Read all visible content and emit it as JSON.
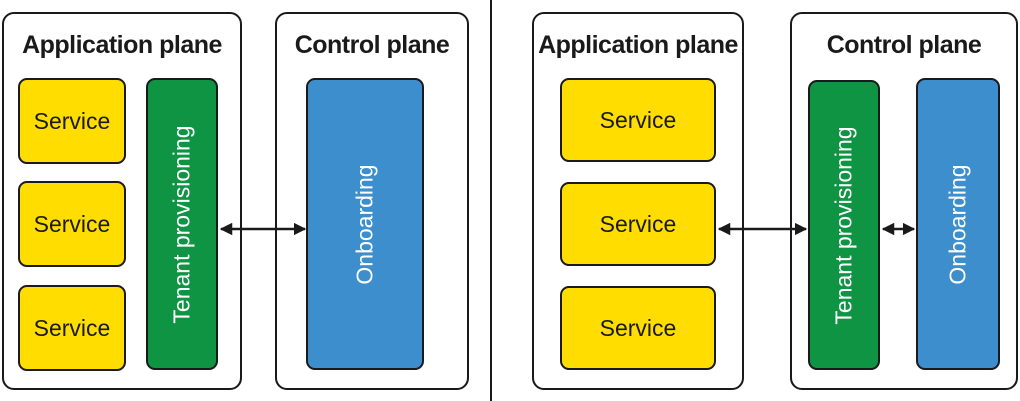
{
  "left_diagram": {
    "application_plane": {
      "title": "Application plane",
      "services": [
        "Service",
        "Service",
        "Service"
      ],
      "tenant_provisioning": "Tenant provisioning"
    },
    "control_plane": {
      "title": "Control plane",
      "onboarding": "Onboarding"
    }
  },
  "right_diagram": {
    "application_plane": {
      "title": "Application plane",
      "services": [
        "Service",
        "Service",
        "Service"
      ]
    },
    "control_plane": {
      "title": "Control plane",
      "tenant_provisioning": "Tenant provisioning",
      "onboarding": "Onboarding"
    }
  },
  "colors": {
    "service": "#ffdd00",
    "tenant_provisioning": "#0e9443",
    "onboarding": "#3d8ecd",
    "outline": "#1a1a1a"
  }
}
